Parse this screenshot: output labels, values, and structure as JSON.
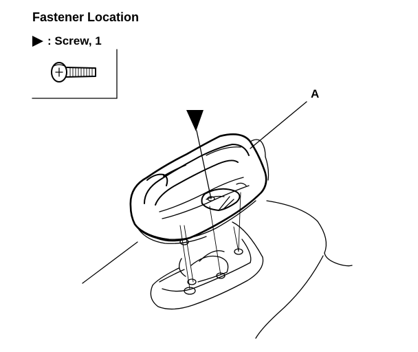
{
  "title": "Fastener Location",
  "legend": {
    "marker_icon": "filled-triangle-marker",
    "label": ": Screw, 1"
  },
  "callouts": [
    {
      "label": "A"
    }
  ],
  "colors": {
    "ink": "#000000",
    "background": "#ffffff"
  }
}
